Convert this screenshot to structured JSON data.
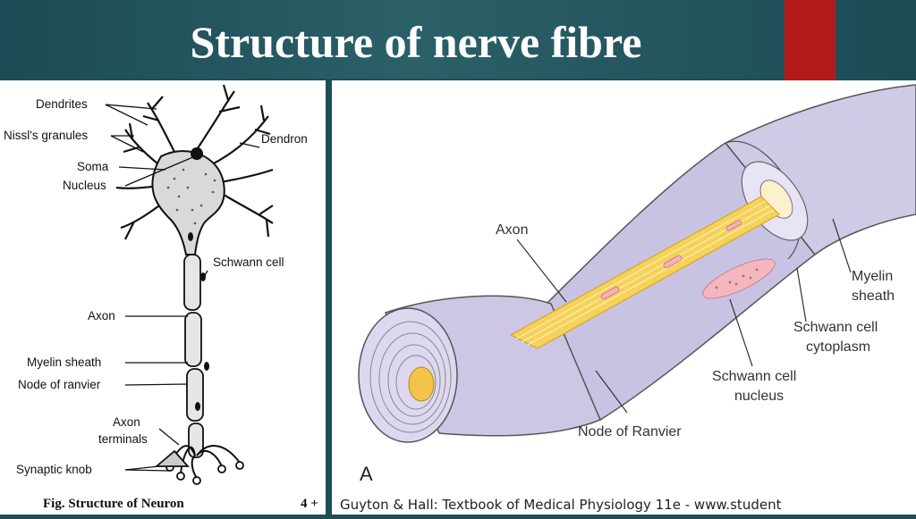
{
  "slide": {
    "title": "Structure of nerve fibre",
    "accent_color": "#b31b1b",
    "background_color": "#1f4e55"
  },
  "neuron_figure": {
    "labels": {
      "dendrites": "Dendrites",
      "nissl": "Nissl's granules",
      "soma": "Soma",
      "nucleus": "Nucleus",
      "dendron": "Dendron",
      "schwann_cell": "Schwann cell",
      "axon": "Axon",
      "myelin_sheath": "Myelin sheath",
      "node_of_ranvier": "Node of ranvier",
      "axon_terminals_line1": "Axon",
      "axon_terminals_line2": "terminals",
      "synaptic_knob": "Synaptic knob"
    },
    "caption": "Fig. Structure of Neuron",
    "page_marker": "4 +"
  },
  "fibre_figure": {
    "labels": {
      "axon": "Axon",
      "myelin_line1": "Myelin",
      "myelin_line2": "sheath",
      "cytoplasm_line1": "Schwann cell",
      "cytoplasm_line2": "cytoplasm",
      "nucleus_line1": "Schwann cell",
      "nucleus_line2": "nucleus",
      "node_of_ranvier": "Node of Ranvier"
    },
    "figure_letter": "A",
    "credit": "Guyton & Hall: Textbook of Medical Physiology 11e - www.student"
  }
}
